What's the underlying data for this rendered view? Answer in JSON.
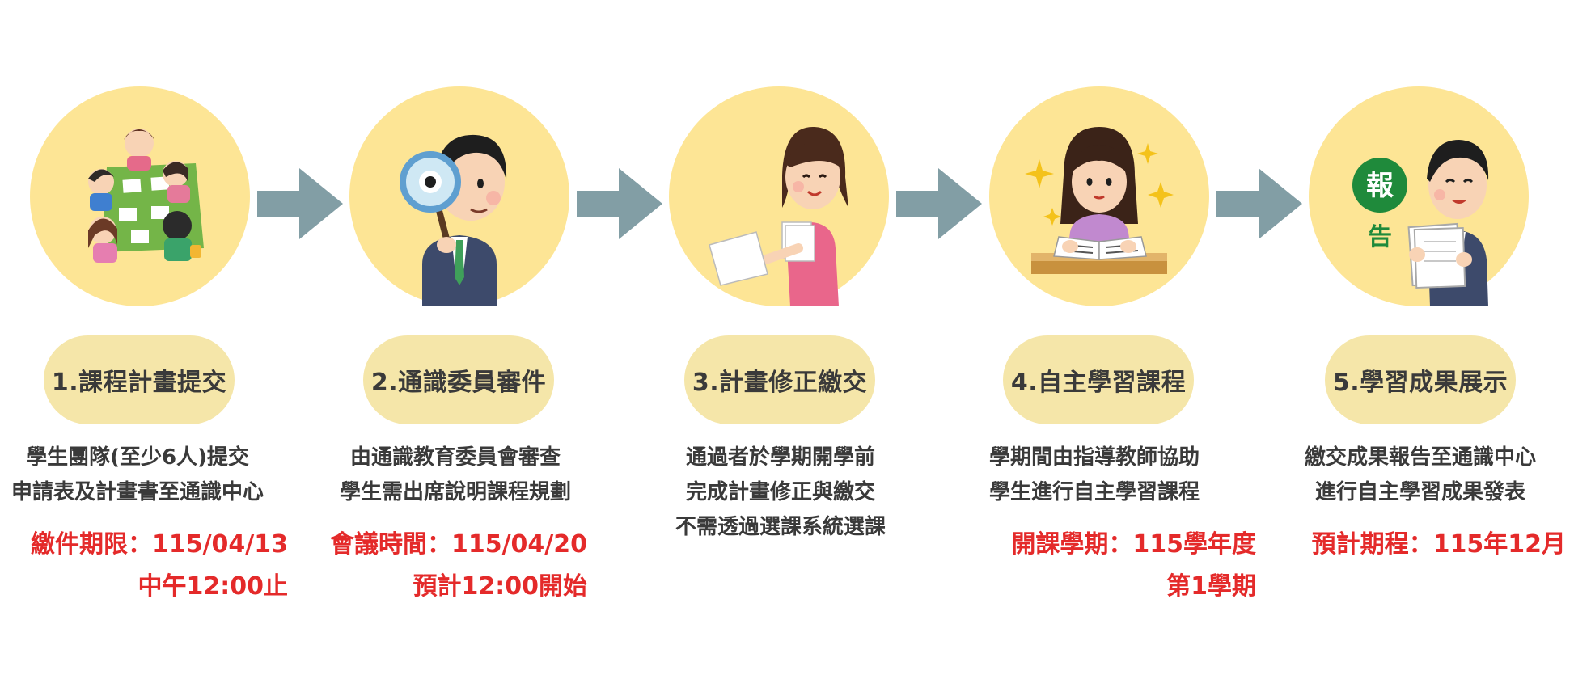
{
  "steps": [
    {
      "title": "1.課程計畫提交",
      "desc": [
        "學生團隊(至少6人)提交",
        "申請表及計畫書至通識中心"
      ],
      "note": [
        "繳件期限：115/04/13",
        "中午12:00止"
      ]
    },
    {
      "title": "2.通識委員審件",
      "desc": [
        "由通識教育委員會審查",
        "學生需出席說明課程規劃"
      ],
      "note": [
        "會議時間：115/04/20",
        "預計12:00開始"
      ]
    },
    {
      "title": "3.計畫修正繳交",
      "desc": [
        "通過者於學期開學前",
        "完成計畫修正與繳交",
        "不需透過選課系統選課"
      ],
      "note": []
    },
    {
      "title": "4.自主學習課程",
      "desc": [
        "學期間由指導教師協助",
        "學生進行自主學習課程"
      ],
      "note": [
        "開課學期：115學年度",
        "第1學期"
      ]
    },
    {
      "title": "5.學習成果展示",
      "desc": [
        "繳交成果報告至通識中心",
        "進行自主學習成果發表"
      ],
      "note": [
        "預計期程：115年12月"
      ]
    }
  ],
  "badge": {
    "line1": "報",
    "line2": "告"
  },
  "colors": {
    "circle": "#fde595",
    "pill": "#f5e6a9",
    "arrow": "#829ea5",
    "text": "#3a3a3a",
    "highlight": "#e42a2a"
  },
  "icons": [
    "team-meeting-illustration",
    "inspector-magnifier-illustration",
    "submit-paper-illustration",
    "study-book-illustration",
    "report-presentation-illustration"
  ]
}
